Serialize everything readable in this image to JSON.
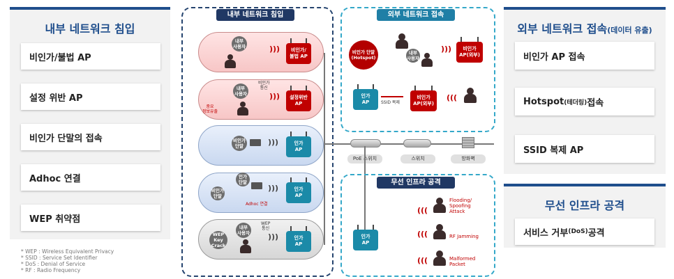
{
  "left_panel": {
    "title": "내부 네트워크 침입",
    "items": [
      "비인가/불법 AP",
      "설정 위반 AP",
      "비인가 단말의 접속",
      "Adhoc 연결",
      "WEP 취약점"
    ]
  },
  "notes": [
    "* WEP : Wireless Equivalent Privacy",
    "* SSID : Service Set Identifier",
    "* DoS : Denial of Service",
    "* RF : Radio Frequency"
  ],
  "right_panel_1": {
    "title": "외부 네트워크 접속",
    "title_small": "(데이터 유출)",
    "items": [
      {
        "main": "비인가 AP 접속",
        "small": ""
      },
      {
        "main": "Hotspot",
        "small": "(테더링)",
        "tail": " 접속"
      },
      {
        "main": "SSID 복제 AP",
        "small": ""
      }
    ]
  },
  "right_panel_2": {
    "title": "무선 인프라 공격",
    "items": [
      {
        "main": "서비스 거부",
        "small": "(DoS)",
        "tail": " 공격"
      }
    ]
  },
  "diagram": {
    "internal_label": "내부 네트워크 침입",
    "external_label": "외부 네트워크 접속",
    "infra_label": "무선 인프라 공격",
    "row1": {
      "user": "내부\n사용자",
      "ap": "비인가/\n불법 AP"
    },
    "row2": {
      "user": "내부\n사용자",
      "comm": "비인가\n통신",
      "leak": "중요\n정보유출",
      "ap": "설정위반\nAP"
    },
    "row3": {
      "device": "비인가\n단말",
      "ap": "인가\nAP"
    },
    "row4": {
      "dev1": "인가\n단말",
      "dev2": "비인가\n단말",
      "adhoc": "Adhoc 연결",
      "ap": "인가\nAP"
    },
    "row5": {
      "key": "WEP\nKey\nCrack",
      "user": "내부\n사용자",
      "comm": "WEP\n통신",
      "ap": "인가\nAP"
    },
    "hotspot": "비인가 단말\n(Hotspot)",
    "ext_user": "내부\n사용자",
    "ext_ap": "비인가\nAP(외부)",
    "auth_ap": "인가\nAP",
    "ssid_copy": "SSID 복제",
    "fake_ap": "비인가\nAP(외부)",
    "poe_switch": "PoE 스위치",
    "switch": "스위치",
    "firewall": "방화벽",
    "infra_ap": "인가\nAP",
    "attacks": [
      "Flooding/\nSpoofing\nAttack",
      "RF Jamming",
      "Malformed\nPacket"
    ]
  }
}
